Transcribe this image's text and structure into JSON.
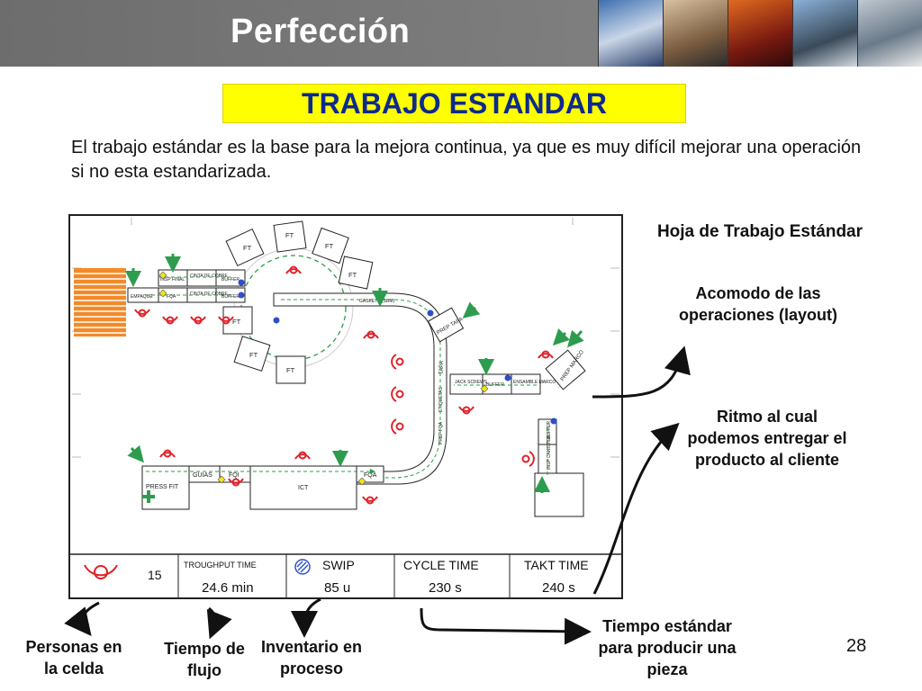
{
  "header": {
    "title": "Perfección"
  },
  "banner": {
    "text": "TRABAJO ESTANDAR"
  },
  "intro": {
    "text": "El trabajo estándar es la base para la mejora continua, ya que es muy difícil mejorar una operación si no esta estandarizada."
  },
  "sheet_title": "Hoja de Trabajo Estándar",
  "callouts": {
    "layout": "Acomodo de las operaciones (layout)",
    "rhythm": "Ritmo al cual podemos entregar el producto al cliente",
    "std_time": "Tiempo estándar para producir una pieza",
    "people": "Personas en la celda",
    "flow": "Tiempo de flujo",
    "wip": "Inventario en proceso"
  },
  "diagram": {
    "ft": "FT",
    "stations": {
      "insp_final": "INSP FINAL",
      "cinta_cobre_1": "CINTA DE COBRE",
      "buffer": "BUFFER",
      "empaque": "EMPAQUE",
      "fqa": "FQA",
      "cinta_cobre_2": "CINTA DE COBRE",
      "gaskets": "GASKETS (SBM)",
      "prep_tapa": "PREP TAPA",
      "tapa": "TAPA",
      "etiquetas": "ETIQUETAS",
      "prep_fqa": "PREP FQA",
      "jack_screws": "JACK SCREWS",
      "ensamble_marco": "ENSAMBLE MARCO",
      "prep_marco": "PREP MARCO",
      "insp_canister": "INSP CANISTER",
      "press_fit": "PRESS FIT",
      "guias": "GUIAS",
      "fqi": "FQI",
      "ict": "ICT"
    },
    "footer": {
      "people_count": "15",
      "throughput_label": "TROUGHPUT TIME",
      "throughput_value": "24.6 min",
      "swip_label": "SWIP",
      "swip_value": "85 u",
      "cycle_label": "CYCLE TIME",
      "cycle_value": "230 s",
      "takt_label": "TAKT TIME",
      "takt_value": "240 s"
    }
  },
  "page_number": "28",
  "colors": {
    "banner_bg": "#ffff00",
    "banner_text": "#0d2a8c",
    "operator": "#e0202a",
    "arrow": "#2e9c4e",
    "flow": "#2e9c4e",
    "header_bg": "#7a7a7a"
  }
}
